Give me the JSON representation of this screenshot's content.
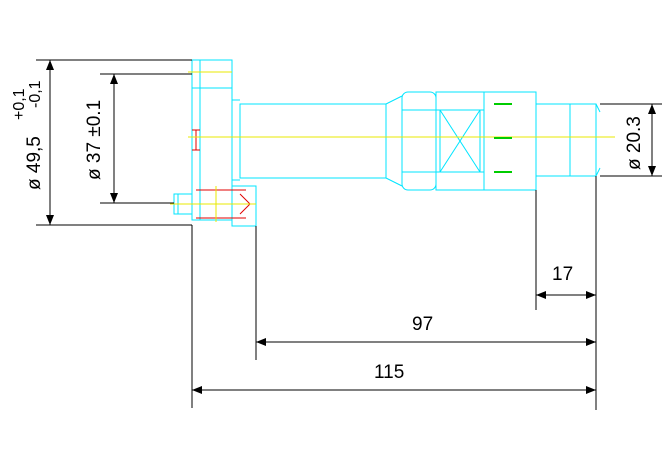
{
  "dimensions": {
    "outer_diameter": "ø 49,5",
    "outer_tol_upper": "+0,1",
    "outer_tol_lower": "-0,1",
    "bore_diameter": "ø 37 ±0.1",
    "end_diameter": "ø 20.3",
    "len_17": "17",
    "len_97": "97",
    "len_115": "115"
  },
  "colors": {
    "outline": "#00e5ff",
    "centerline": "#e8e800",
    "hidden": "#e00000",
    "marks": "#00cc00",
    "dimension": "#000000"
  }
}
